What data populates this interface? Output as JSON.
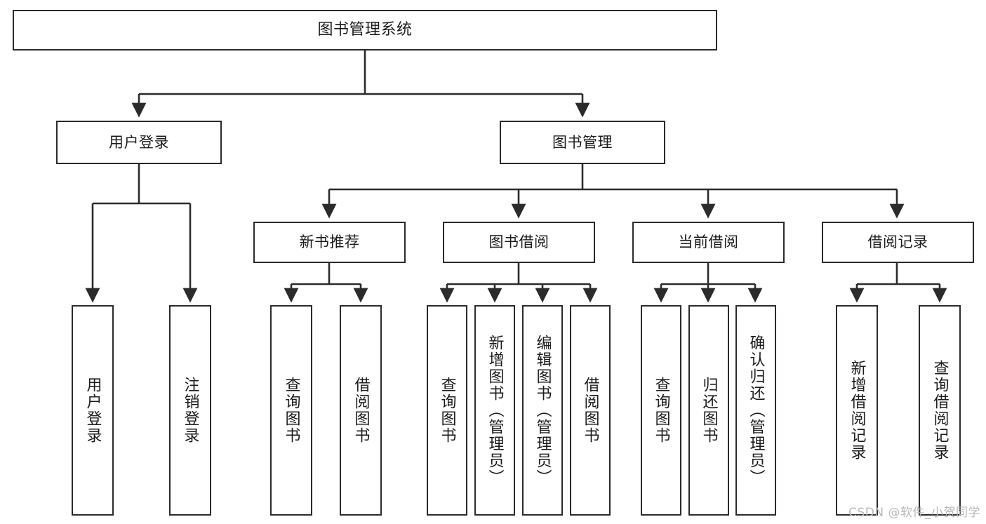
{
  "diagram": {
    "type": "tree-hierarchy-chart",
    "title": "图书管理系统",
    "background_color": "#ffffff",
    "line_color": "#2b2b2b",
    "box_border_color": "#2b2b2b",
    "text_color": "#1c1c1c"
  },
  "nodes": {
    "root": {
      "label": "图书管理系统",
      "level": 1,
      "orientation": "horizontal"
    },
    "level2": [
      {
        "id": "user-login",
        "label": "用户登录",
        "orientation": "horizontal"
      },
      {
        "id": "book-management",
        "label": "图书管理",
        "orientation": "horizontal"
      }
    ],
    "level3": [
      {
        "id": "new-book-recommend",
        "label": "新书推荐",
        "orientation": "horizontal"
      },
      {
        "id": "book-borrow",
        "label": "图书借阅",
        "orientation": "horizontal"
      },
      {
        "id": "current-borrow",
        "label": "当前借阅",
        "orientation": "horizontal"
      },
      {
        "id": "borrow-record",
        "label": "借阅记录",
        "orientation": "horizontal"
      }
    ],
    "leaves": [
      {
        "id": "leaf-user-login",
        "label": "用户登录",
        "parent": "user-login",
        "orientation": "vertical"
      },
      {
        "id": "leaf-logout-login",
        "label": "注销登录",
        "parent": "user-login",
        "orientation": "vertical"
      },
      {
        "id": "leaf-query-book-1",
        "label": "查询图书",
        "parent": "new-book-recommend",
        "orientation": "vertical"
      },
      {
        "id": "leaf-borrow-book-1",
        "label": "借阅图书",
        "parent": "new-book-recommend",
        "orientation": "vertical"
      },
      {
        "id": "leaf-query-book-2",
        "label": "查询图书",
        "parent": "book-borrow",
        "orientation": "vertical"
      },
      {
        "id": "leaf-add-book",
        "label": "新增图书（管理员）",
        "parent": "book-borrow",
        "orientation": "vertical"
      },
      {
        "id": "leaf-edit-book",
        "label": "编辑图书（管理员）",
        "parent": "book-borrow",
        "orientation": "vertical"
      },
      {
        "id": "leaf-borrow-book-2",
        "label": "借阅图书",
        "parent": "book-borrow",
        "orientation": "vertical"
      },
      {
        "id": "leaf-query-book-3",
        "label": "查询图书",
        "parent": "current-borrow",
        "orientation": "vertical"
      },
      {
        "id": "leaf-return-book",
        "label": "归还图书",
        "parent": "current-borrow",
        "orientation": "vertical"
      },
      {
        "id": "leaf-confirm-return",
        "label": "确认归还（管理员）",
        "parent": "current-borrow",
        "orientation": "vertical"
      },
      {
        "id": "leaf-add-record",
        "label": "新增借阅记录",
        "parent": "borrow-record",
        "orientation": "vertical"
      },
      {
        "id": "leaf-query-record",
        "label": "查询借阅记录",
        "parent": "borrow-record",
        "orientation": "vertical"
      }
    ]
  },
  "watermark": {
    "text": "CSDN @软件_小贺同学"
  }
}
